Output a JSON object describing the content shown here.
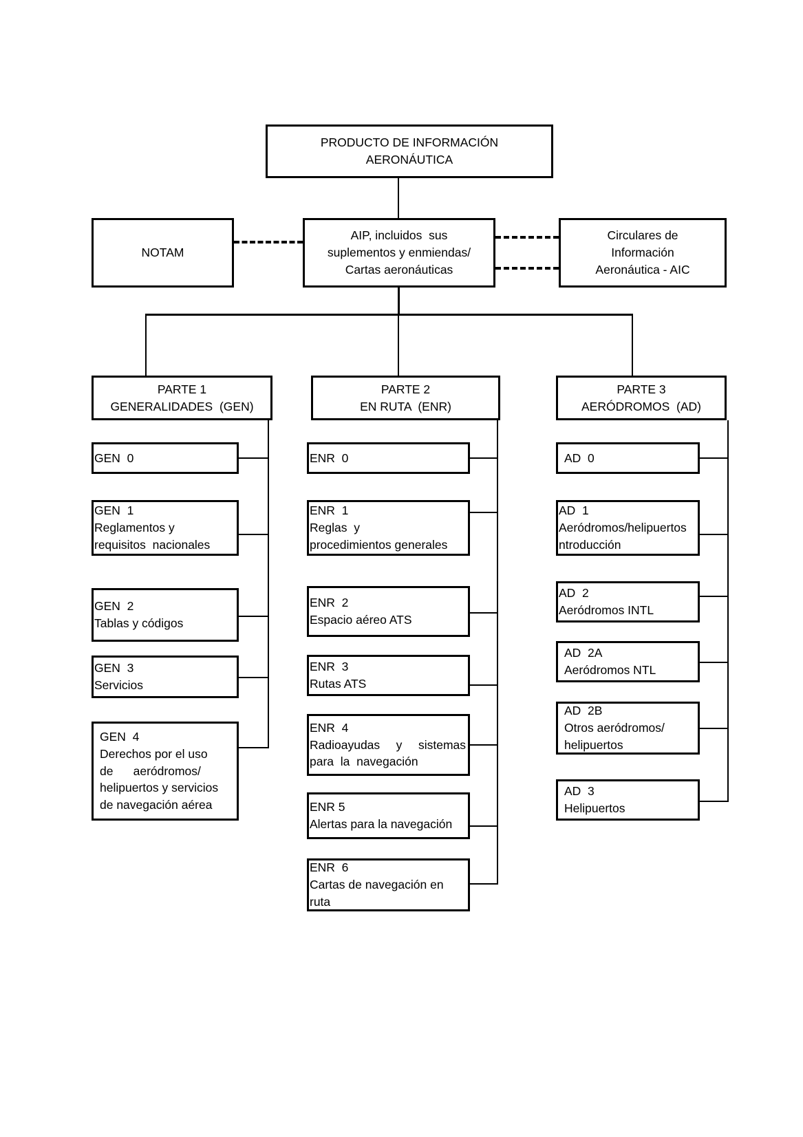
{
  "diagram": {
    "title_box": {
      "lines": [
        "PRODUCTO DE INFORMACIÓN",
        "AERONÁUTICA"
      ]
    },
    "row2": {
      "left": {
        "lines": [
          "NOTAM"
        ]
      },
      "center": {
        "lines": [
          "AIP, incluidos  sus",
          "suplementos y enmiendas/",
          "Cartas aeronáuticas"
        ]
      },
      "right": {
        "lines": [
          "Circulares de",
          "Información",
          "Aeronáutica - AIC"
        ]
      }
    },
    "columns": [
      {
        "header": {
          "lines": [
            "PARTE 1",
            "GENERALIDADES  (GEN)"
          ]
        },
        "items": [
          {
            "lines": [
              "GEN  0"
            ]
          },
          {
            "lines": [
              "GEN  1",
              "Reglamentos y",
              "requisitos  nacionales"
            ]
          },
          {
            "lines": [
              "GEN  2",
              "Tablas y códigos"
            ]
          },
          {
            "lines": [
              "GEN  3",
              "Servicios"
            ]
          },
          {
            "lines": [
              "GEN  4",
              "Derechos por el uso",
              "de      aeródromos/",
              "helipuertos y servicios",
              "de navegación aérea"
            ]
          }
        ]
      },
      {
        "header": {
          "lines": [
            "PARTE 2",
            "EN RUTA  (ENR)"
          ]
        },
        "items": [
          {
            "lines": [
              "ENR  0"
            ]
          },
          {
            "lines": [
              "ENR  1",
              "Reglas  y",
              "procedimientos generales"
            ]
          },
          {
            "lines": [
              "ENR  2",
              "Espacio aéreo ATS"
            ]
          },
          {
            "lines": [
              "ENR  3",
              "Rutas ATS"
            ]
          },
          {
            "lines": [
              "ENR  4",
              "Radioayudas  y  sistemas",
              "para  la  navegación"
            ]
          },
          {
            "lines": [
              "ENR 5",
              "Alertas para la navegación"
            ]
          },
          {
            "lines": [
              "ENR  6",
              "Cartas de navegación en",
              "ruta"
            ]
          }
        ]
      },
      {
        "header": {
          "lines": [
            "PARTE 3",
            "AERÓDROMOS  (AD)"
          ]
        },
        "items": [
          {
            "lines": [
              "AD  0"
            ]
          },
          {
            "lines": [
              "AD  1",
              "Aeródromos/helipuertos",
              "ntroducción"
            ]
          },
          {
            "lines": [
              "AD  2",
              "Aeródromos INTL"
            ]
          },
          {
            "lines": [
              "AD  2A",
              "Aeródromos NTL"
            ]
          },
          {
            "lines": [
              "AD  2B",
              "Otros aeródromos/",
              "helipuertos"
            ]
          },
          {
            "lines": [
              "AD  3",
              "Helipuertos"
            ]
          }
        ]
      }
    ],
    "colors": {
      "stroke": "#000000",
      "background": "#ffffff"
    }
  }
}
